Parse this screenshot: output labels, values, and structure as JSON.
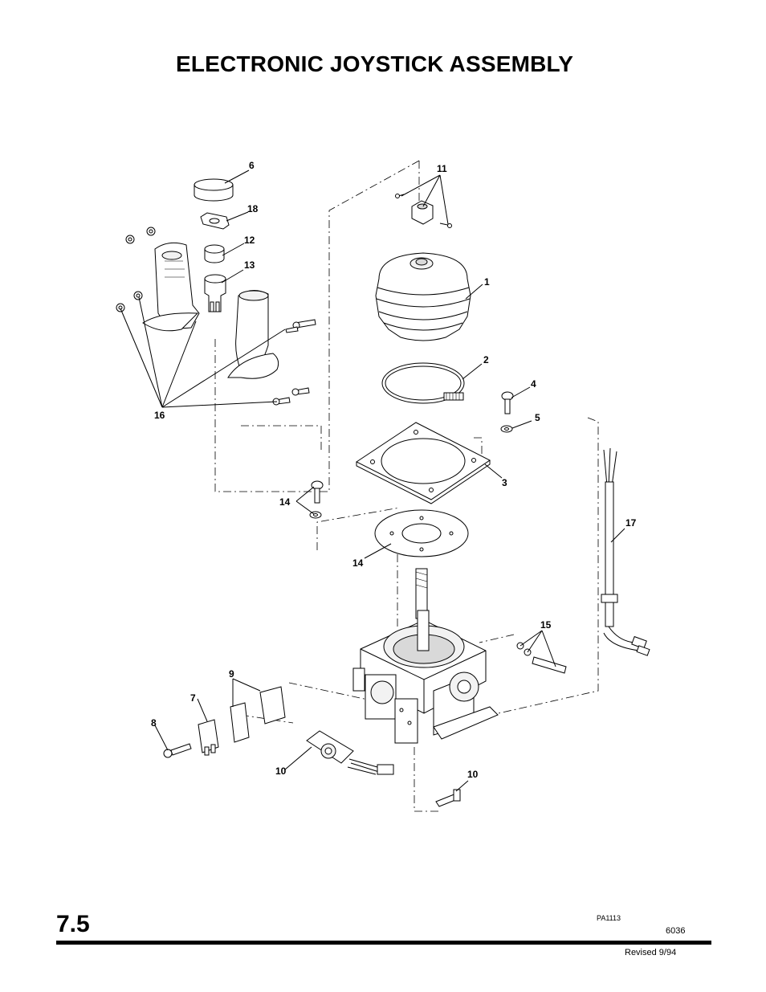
{
  "page": {
    "title": "ELECTRONIC JOYSTICK ASSEMBLY",
    "section_number": "7.5",
    "figure_code": "PA1113",
    "page_code": "6036",
    "revised": "Revised  9/94"
  },
  "callouts": {
    "c1": "1",
    "c2": "2",
    "c3": "3",
    "c4": "4",
    "c5": "5",
    "c6": "6",
    "c7": "7",
    "c8": "8",
    "c9": "9",
    "c10a": "10",
    "c10b": "10",
    "c11": "11",
    "c12": "12",
    "c13": "13",
    "c14a": "14",
    "c14b": "14",
    "c15": "15",
    "c16": "16",
    "c17": "17",
    "c18": "18"
  },
  "colors": {
    "ink": "#000000",
    "paper": "#ffffff",
    "fill_light": "#f2f2f2",
    "fill_mid": "#d9d9d9"
  }
}
